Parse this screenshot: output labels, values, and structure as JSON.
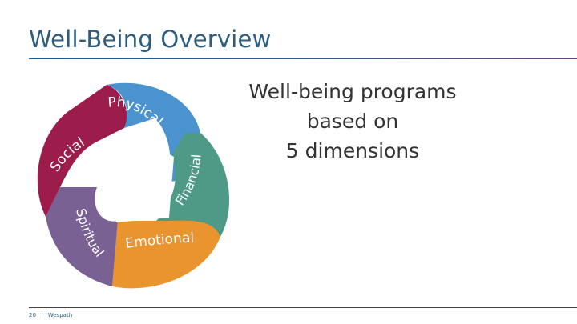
{
  "slide": {
    "title": "Well-Being Overview",
    "tagline": [
      "Well-being programs",
      "based on",
      "5 dimensions"
    ]
  },
  "wheel": {
    "segments": [
      {
        "label": "Physical",
        "color": "#4b93cf"
      },
      {
        "label": "Financial",
        "color": "#4e9a86"
      },
      {
        "label": "Emotional",
        "color": "#ea9430"
      },
      {
        "label": "Spiritual",
        "color": "#7a6194"
      },
      {
        "label": "Social",
        "color": "#9c1c4b"
      }
    ]
  },
  "footer": {
    "page_number": "20",
    "separator": "|",
    "company": "Wespath"
  }
}
